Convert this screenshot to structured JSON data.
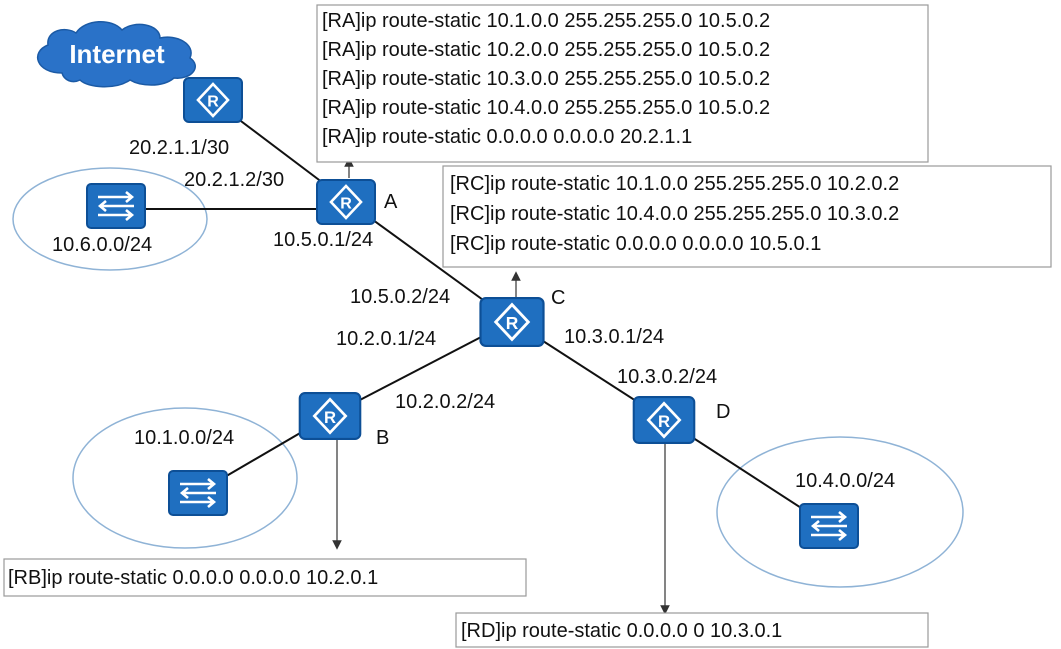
{
  "internet": {
    "label": "Internet"
  },
  "routers": {
    "ra": {
      "name": "A"
    },
    "rc": {
      "name": "C"
    },
    "rb": {
      "name": "B"
    },
    "rd": {
      "name": "D"
    }
  },
  "interfaces": {
    "isp_side": "20.2.1.1/30",
    "ra_wan": "20.2.1.2/30",
    "ra_to_c": "10.5.0.1/24",
    "rc_to_a": "10.5.0.2/24",
    "rc_to_b": "10.2.0.1/24",
    "rb_to_c": "10.2.0.2/24",
    "rc_to_d": "10.3.0.1/24",
    "rd_to_c": "10.3.0.2/24"
  },
  "networks": {
    "lan_a": "10.6.0.0/24",
    "lan_b": "10.1.0.0/24",
    "lan_d": "10.4.0.0/24"
  },
  "configs": {
    "ra": [
      "[RA]ip route-static 10.1.0.0 255.255.255.0 10.5.0.2",
      "[RA]ip route-static 10.2.0.0 255.255.255.0 10.5.0.2",
      "[RA]ip route-static 10.3.0.0 255.255.255.0 10.5.0.2",
      "[RA]ip route-static 10.4.0.0 255.255.255.0 10.5.0.2",
      "[RA]ip route-static 0.0.0.0 0.0.0.0 20.2.1.1"
    ],
    "rc": [
      "[RC]ip route-static 10.1.0.0 255.255.255.0 10.2.0.2",
      "[RC]ip route-static 10.4.0.0 255.255.255.0 10.3.0.2",
      "[RC]ip route-static  0.0.0.0 0.0.0.0 10.5.0.1"
    ],
    "rb": "[RB]ip route-static 0.0.0.0 0.0.0.0 10.2.0.1",
    "rd": "[RD]ip route-static 0.0.0.0 0 10.3.0.1"
  },
  "colors": {
    "device": "#1f6fc0",
    "device_edge": "#0d4f96",
    "cloud": "#2a72c8",
    "lan_ellipse": "#8fb3d6",
    "link": "#111111"
  }
}
